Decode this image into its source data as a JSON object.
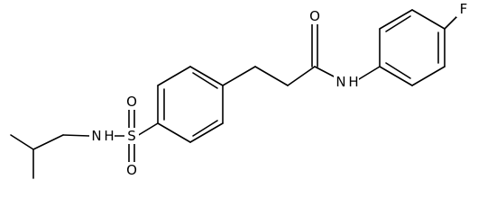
{
  "molecule": {
    "atoms": {
      "O1": "O",
      "N1": "N",
      "H1": "H",
      "F": "F",
      "S": "S",
      "O2": "O",
      "O3": "O",
      "N2": "N",
      "H2": "H"
    },
    "colors": {
      "bond": "#000000",
      "label": "#000000",
      "background": "#ffffff"
    }
  }
}
